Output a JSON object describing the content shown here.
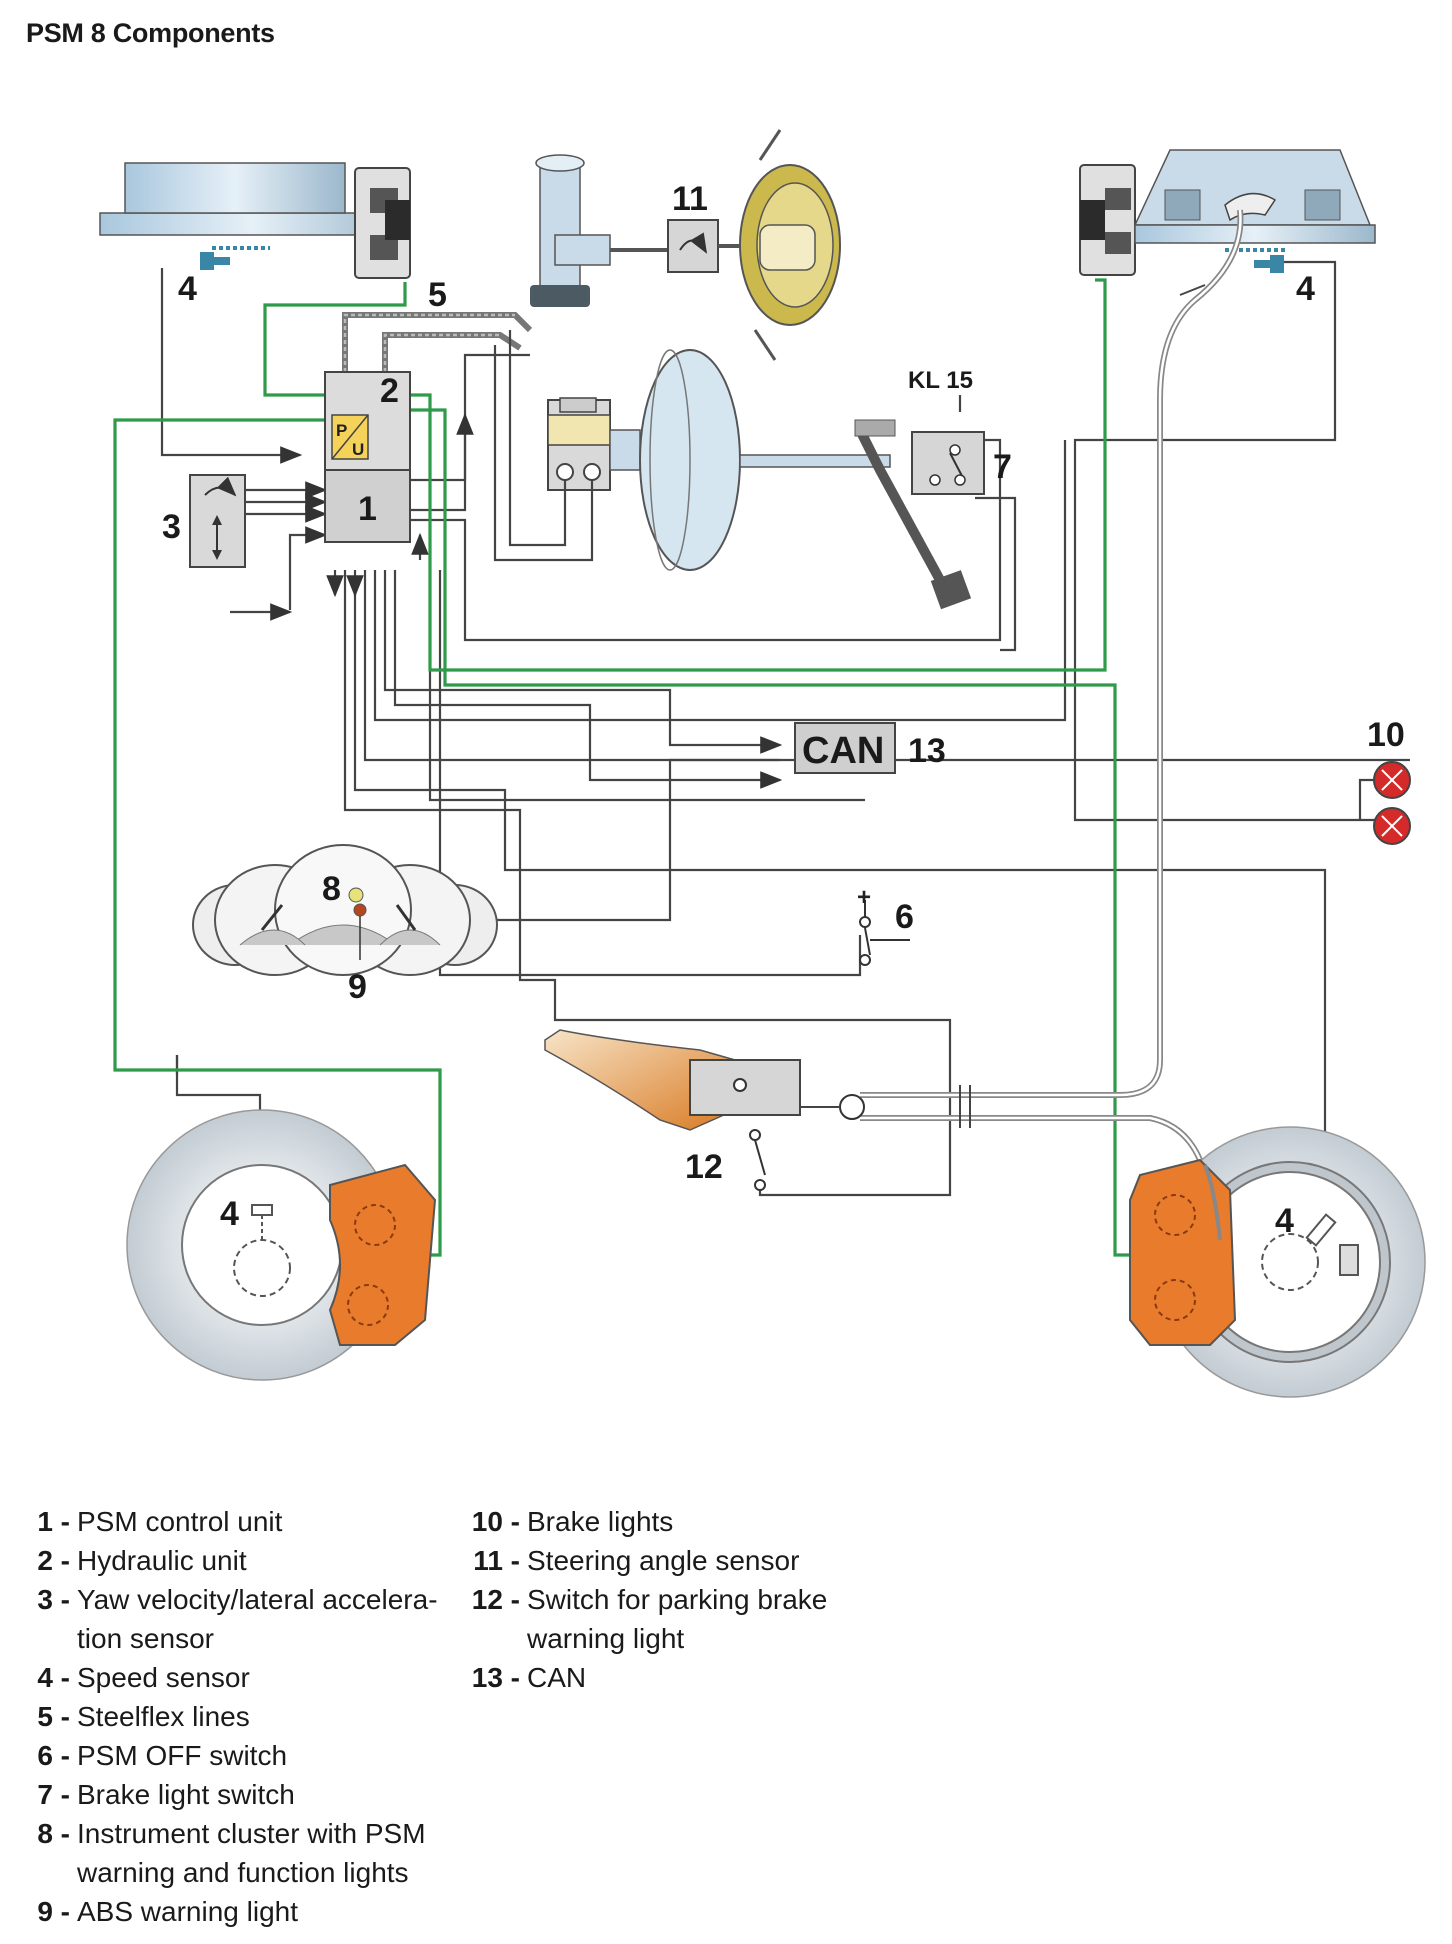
{
  "title": "PSM 8 Components",
  "callouts": {
    "c1": "1",
    "c2": "2",
    "c3": "3",
    "c4a": "4",
    "c4b": "4",
    "c4c": "4",
    "c4d": "4",
    "c5": "5",
    "c6": "6",
    "c7": "7",
    "c8": "8",
    "c9": "9",
    "c10": "10",
    "c11": "11",
    "c12": "12",
    "c13": "13",
    "kl15": "KL 15",
    "can_box": "CAN",
    "pu_p": "P",
    "pu_u": "U",
    "plus": "+"
  },
  "legend": [
    {
      "num": "1 -",
      "text": "PSM control unit"
    },
    {
      "num": "2 -",
      "text": "Hydraulic unit"
    },
    {
      "num": "3 -",
      "text": "Yaw velocity/lateral accelera-",
      "text2": "tion sensor"
    },
    {
      "num": "4 -",
      "text": "Speed sensor"
    },
    {
      "num": "5 -",
      "text": "Steelflex lines"
    },
    {
      "num": "6 -",
      "text": "PSM OFF switch"
    },
    {
      "num": "7 -",
      "text": "Brake light switch"
    },
    {
      "num": "8 -",
      "text": "Instrument cluster with PSM",
      "text2": "warning and function lights"
    },
    {
      "num": "9 -",
      "text": "ABS warning light"
    },
    {
      "num": "10 -",
      "text": "Brake lights"
    },
    {
      "num": "11 -",
      "text": "Steering angle sensor"
    },
    {
      "num": "12 -",
      "text": "Switch for parking brake",
      "text2": "warning light"
    },
    {
      "num": "13 -",
      "text": "CAN"
    }
  ],
  "colors": {
    "green_line": "#2e9a4a",
    "wire": "#333333",
    "caliper": "#e87b2c",
    "disc": "#cfd6dc",
    "unit": "#d9d9d9",
    "brake_light": "#d42a2a",
    "sensor_blue": "#3a86a6"
  }
}
